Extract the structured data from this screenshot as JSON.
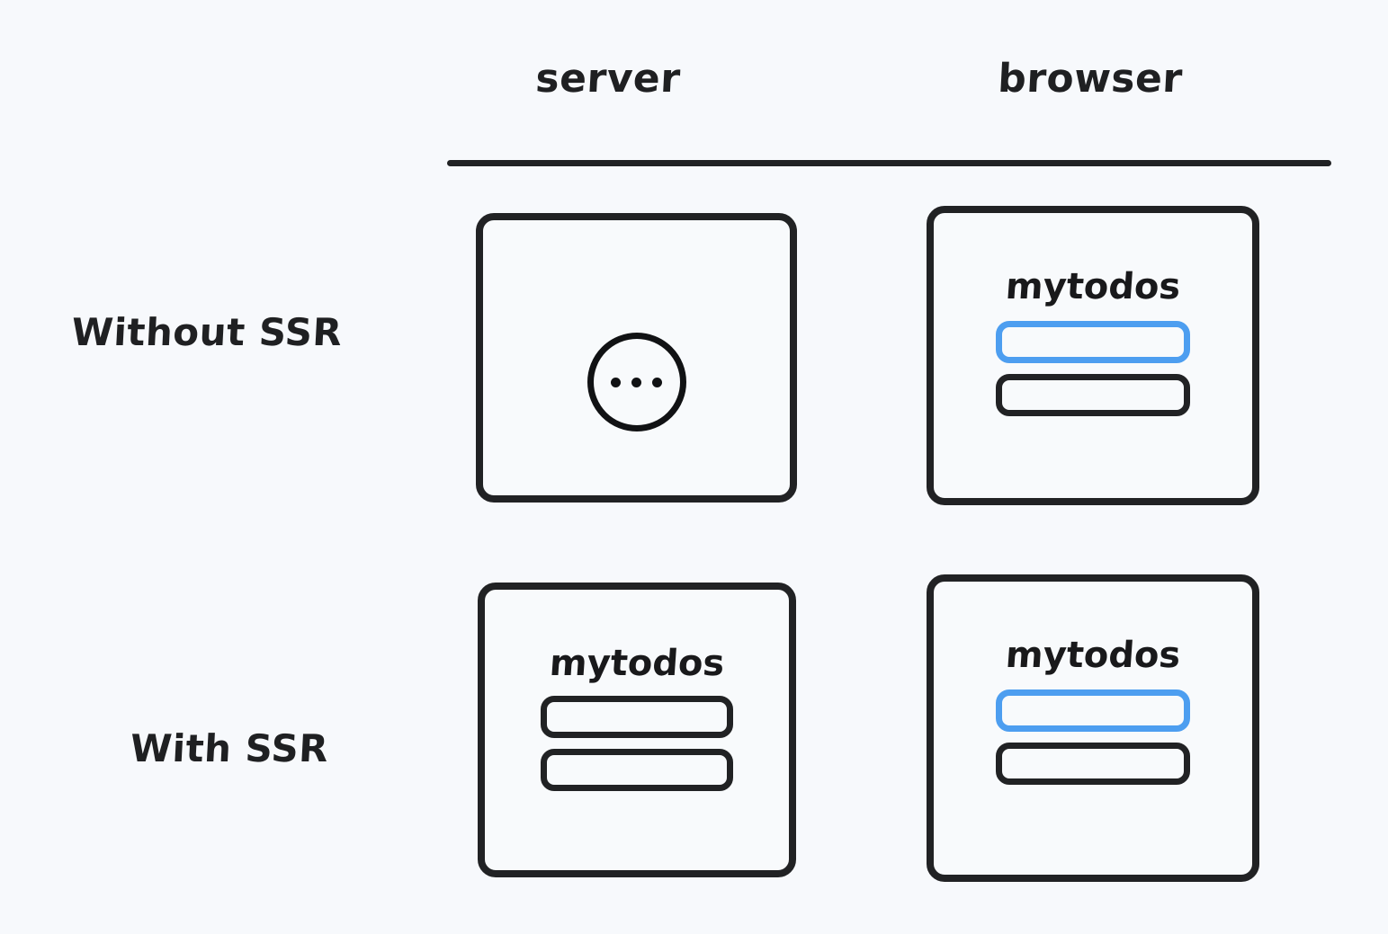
{
  "diagram": {
    "background_color": "#f7f9fc",
    "ink_color": "#212224",
    "accent_color": "#4d9ef0",
    "columns": [
      {
        "id": "server",
        "label": "server"
      },
      {
        "id": "browser",
        "label": "browser"
      }
    ],
    "rows": [
      {
        "id": "without-ssr",
        "label": "Without SSR"
      },
      {
        "id": "with-ssr",
        "label": "With SSR"
      }
    ],
    "cells": {
      "server_without_ssr": {
        "state": "loading",
        "spinner": {
          "icon": "loading-ellipsis-icon",
          "dots": 3
        },
        "app": null
      },
      "browser_without_ssr": {
        "state": "rendered",
        "app": {
          "title": "mytodos",
          "items": [
            {
              "highlighted": true
            },
            {
              "highlighted": false
            }
          ]
        }
      },
      "server_with_ssr": {
        "state": "rendered",
        "app": {
          "title": "mytodos",
          "items": [
            {
              "highlighted": false
            },
            {
              "highlighted": false
            }
          ]
        }
      },
      "browser_with_ssr": {
        "state": "rendered",
        "app": {
          "title": "mytodos",
          "items": [
            {
              "highlighted": true
            },
            {
              "highlighted": false
            }
          ]
        }
      }
    }
  }
}
